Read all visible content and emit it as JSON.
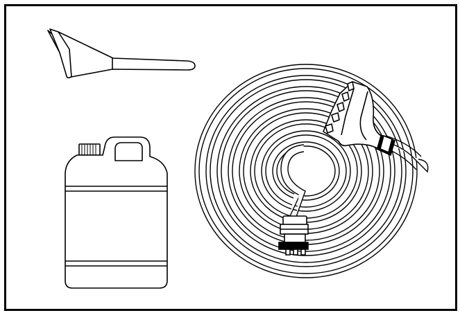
{
  "figure": {
    "items": [
      {
        "id": "funnel",
        "icon": "funnel-icon"
      },
      {
        "id": "jug",
        "icon": "jug-icon"
      },
      {
        "id": "hose-coil",
        "icon": "coiled-hose-icon"
      }
    ],
    "colors": {
      "stroke": "#000000",
      "fill": "#ffffff",
      "border": "#000000"
    }
  }
}
